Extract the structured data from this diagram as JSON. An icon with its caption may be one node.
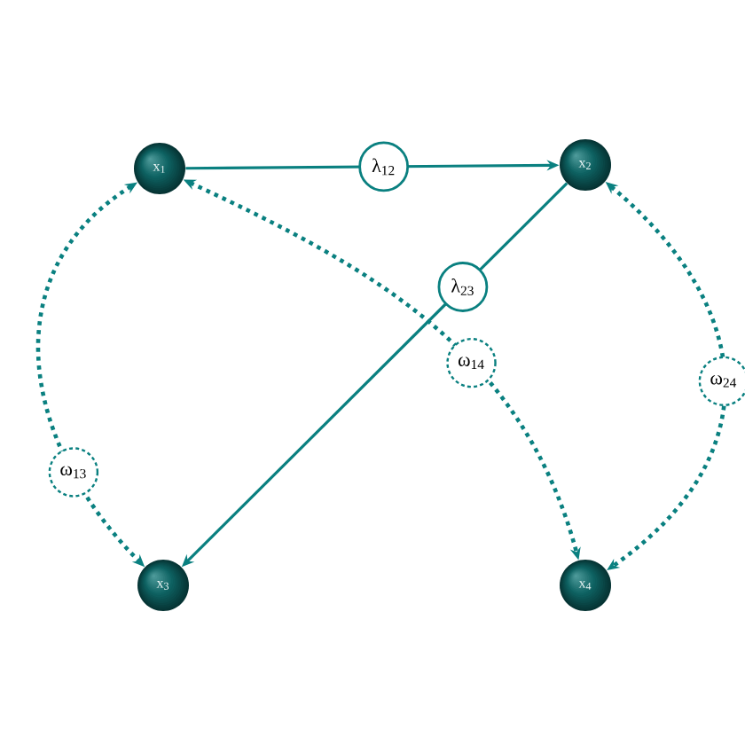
{
  "diagram": {
    "nodes": [
      {
        "text": [
          "x$_{1}$"
        ]
      },
      {
        "text": [
          "x$_{2}$"
        ]
      },
      {
        "text": [
          "x$_{3}$"
        ]
      },
      {
        "text": [
          "x$_{4}$"
        ]
      }
    ],
    "edges": [
      {
        "from": 0,
        "to": 1,
        "arrow": "to",
        "label": "λ$_{12}$"
      },
      {
        "from": 1,
        "to": 2,
        "arrow": "to",
        "label": "λ$_{23}$"
      },
      {
        "from": 0,
        "to": 2,
        "arrow": "both",
        "label": "ω$_{13}$",
        "style": "dashed"
      },
      {
        "from": 0,
        "to": 3,
        "arrow": "both",
        "label": "ω$_{14}$",
        "style": "dashed"
      },
      {
        "from": 1,
        "to": 3,
        "arrow": "both",
        "label": "ω$_{24}$",
        "style": "dashed"
      }
    ]
  }
}
